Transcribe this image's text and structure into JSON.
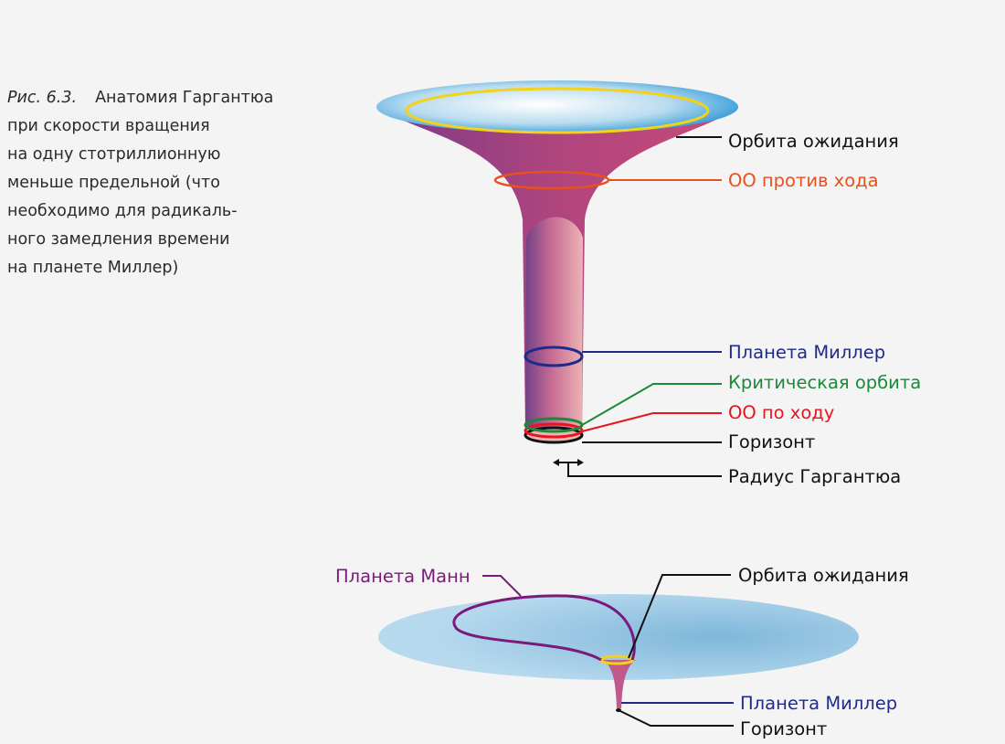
{
  "caption": {
    "figure_number": "Рис. 6.3.",
    "lines": [
      "Анатомия Гаргантюа",
      "при скорости вращения",
      "на одну стотриллионную",
      "меньше предельной (что",
      "необходимо для радикаль-",
      "ного замедления времени",
      "на планете Миллер)"
    ]
  },
  "top_diagram": {
    "labels": {
      "waiting_orbit": "Орбита ожидания",
      "retrograde_isco": "ОО против хода",
      "miller_planet": "Планета Миллер",
      "critical_orbit": "Критическая орбита",
      "prograde_isco": "ОО по ходу",
      "horizon": "Горизонт",
      "gargantua_radius": "Радиус Гаргантюа"
    }
  },
  "bottom_diagram": {
    "labels": {
      "mann_planet": "Планета Манн",
      "waiting_orbit": "Орбита ожидания",
      "miller_planet": "Планета Миллер",
      "horizon": "Горизонт"
    }
  },
  "colors": {
    "waiting_orbit": "#f2d21a",
    "retrograde_isco": "#e8501e",
    "miller_planet": "#1f2a8a",
    "critical_orbit": "#1a8a3a",
    "prograde_isco": "#e8141e",
    "horizon": "#111111",
    "mann_planet": "#7a1a7a"
  }
}
